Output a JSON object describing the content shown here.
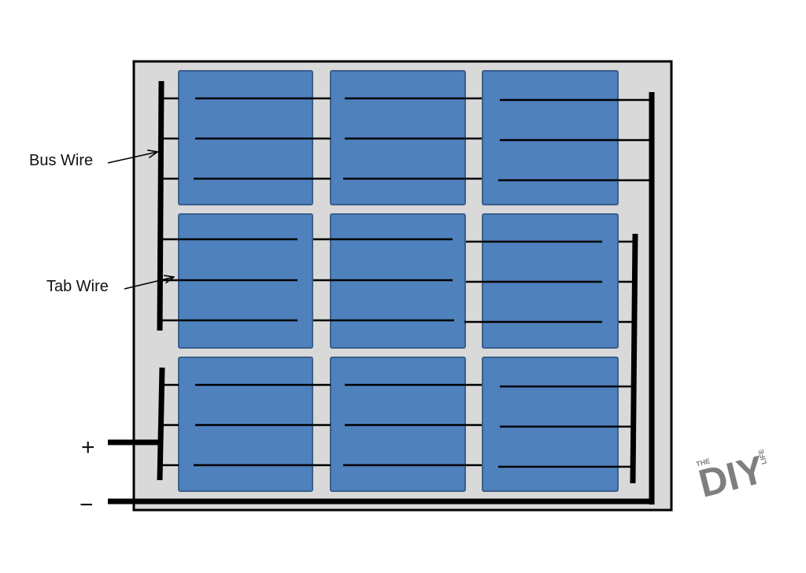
{
  "labels": {
    "bus_wire": "Bus Wire",
    "tab_wire": "Tab Wire",
    "plus": "+",
    "minus": "−"
  },
  "logo": {
    "word": "DIY",
    "small_top": "THE",
    "small_side": "LIFE"
  },
  "grid": {
    "rows": 3,
    "cols": 3,
    "tab_wires_per_cell": 3
  },
  "colors": {
    "cell_fill": "#4F81BD",
    "cell_border": "#3A5F8C",
    "panel_fill": "#D9D9D9",
    "wire": "#000000",
    "logo": "#7F7F7F"
  }
}
